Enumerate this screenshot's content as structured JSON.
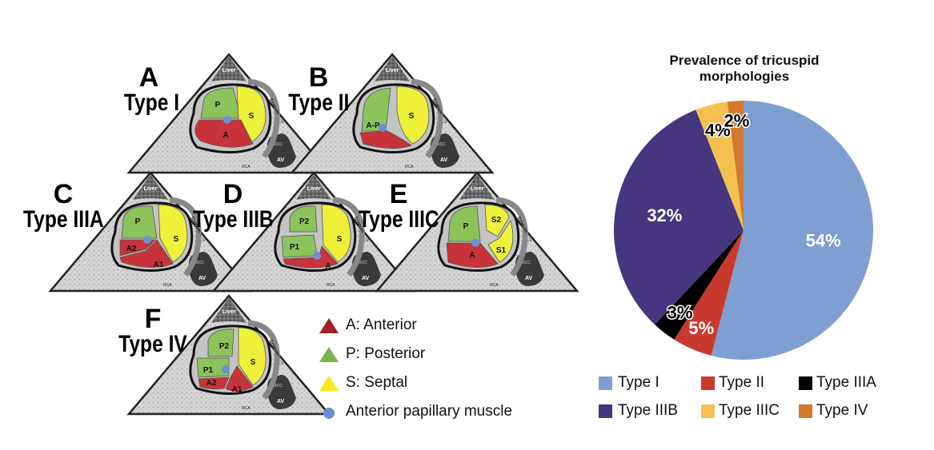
{
  "panels": [
    {
      "letter": "A",
      "type": "Type I",
      "leaflets": [
        "P",
        "S",
        "A"
      ]
    },
    {
      "letter": "B",
      "type": "Type II",
      "leaflets": [
        "A-P",
        "S"
      ]
    },
    {
      "letter": "C",
      "type": "Type IIIA",
      "leaflets": [
        "P",
        "S",
        "A2",
        "A1"
      ]
    },
    {
      "letter": "D",
      "type": "Type IIIB",
      "leaflets": [
        "P2",
        "S",
        "P1",
        "A"
      ]
    },
    {
      "letter": "E",
      "type": "Type IIIC",
      "leaflets": [
        "P",
        "S2",
        "S1",
        "A"
      ]
    },
    {
      "letter": "F",
      "type": "Type IV",
      "leaflets": [
        "P2",
        "S",
        "P1",
        "A2",
        "A1"
      ]
    }
  ],
  "anatomy": {
    "liver": "Liver",
    "septum": "Septum",
    "lv": "LV",
    "rcc": "RCC",
    "av": "AV",
    "rca": "RCA"
  },
  "leaflet_legend": [
    {
      "label": "A: Anterior",
      "color": "#a31f24",
      "shape": "triangle"
    },
    {
      "label": "P: Posterior",
      "color": "#7ab648",
      "shape": "triangle"
    },
    {
      "label": "S: Septal",
      "color": "#f3ec19",
      "shape": "triangle"
    },
    {
      "label": "Anterior papillary muscle",
      "color": "#6c8fd6",
      "shape": "circle"
    }
  ],
  "chart_data": {
    "type": "pie",
    "title": "Prevalence of tricuspid morphologies",
    "slices": [
      {
        "name": "Type I",
        "value": 54,
        "label": "54%",
        "color": "#7f9fd2"
      },
      {
        "name": "Type II",
        "value": 5,
        "label": "5%",
        "color": "#c93a2e"
      },
      {
        "name": "Type IIIA",
        "value": 3,
        "label": "3%",
        "color": "#000000"
      },
      {
        "name": "Type IIIB",
        "value": 32,
        "label": "32%",
        "color": "#45367f"
      },
      {
        "name": "Type IIIC",
        "value": 4,
        "label": "4%",
        "color": "#f4c150"
      },
      {
        "name": "Type IV",
        "value": 2,
        "label": "2%",
        "color": "#d47a2c"
      }
    ],
    "legend": [
      "Type I",
      "Type II",
      "Type IIIA",
      "Type IIIB",
      "Type IIIC",
      "Type IV"
    ]
  }
}
